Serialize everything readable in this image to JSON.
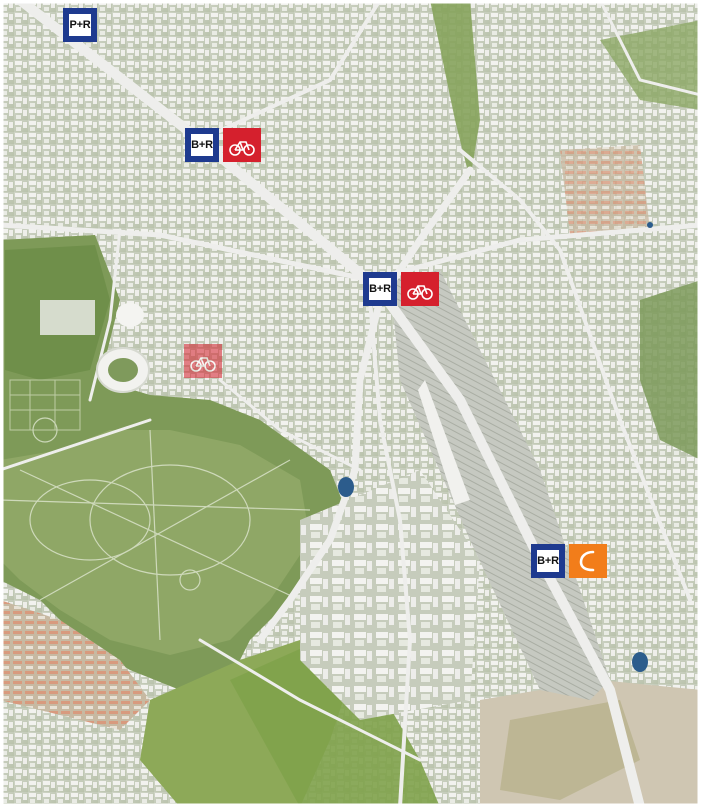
{
  "map": {
    "colors": {
      "park": "#6f8f4a",
      "urban": "#c9cfc0",
      "road": "#e8e8e6",
      "rail": "#bfc3bb",
      "water": "#2c5c8c",
      "badge_blue": "#1e3a8f",
      "bike_red": "#d5202d",
      "orange": "#f27d1a"
    },
    "markers": [
      {
        "id": "pr-north",
        "kind": "park-and-ride",
        "label": "P+R"
      },
      {
        "id": "br-west",
        "kind": "bike-and-ride",
        "label": "B+R",
        "companion": "bike-sharing"
      },
      {
        "id": "br-center",
        "kind": "bike-and-ride",
        "label": "B+R",
        "companion": "bike-sharing"
      },
      {
        "id": "bike-stadium",
        "kind": "bike-sharing",
        "faded": true
      },
      {
        "id": "br-southeast",
        "kind": "bike-and-ride",
        "label": "B+R",
        "companion": "carsharing"
      }
    ],
    "icons": {
      "bike": "bicycle-icon",
      "carsharing": "carsharing-swoosh-icon"
    }
  }
}
